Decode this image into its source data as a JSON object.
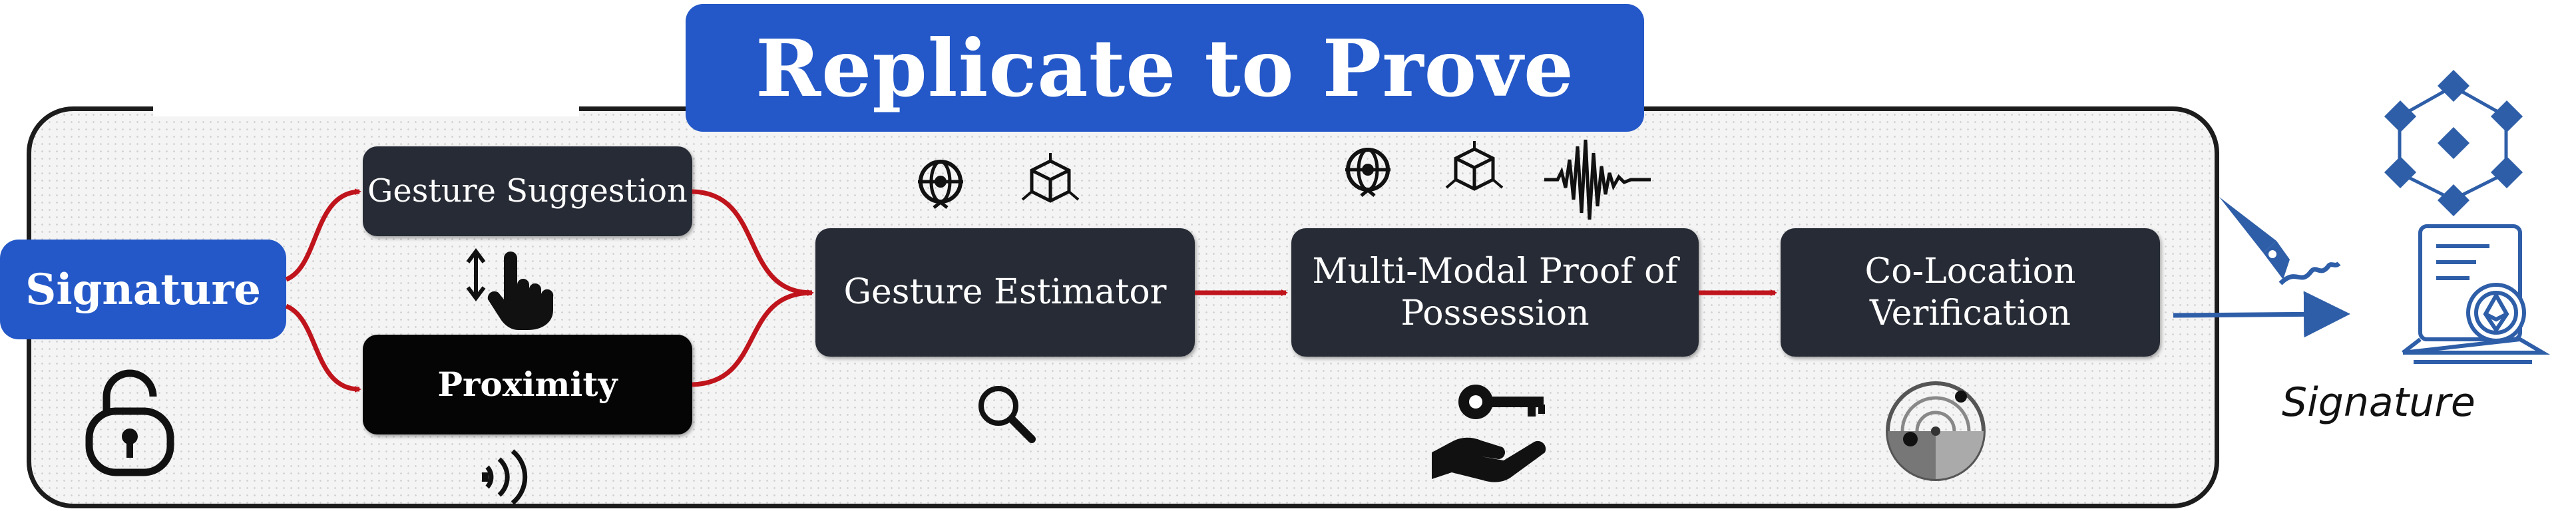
{
  "title": "Replicate to Prove",
  "input": {
    "label": "Signature"
  },
  "branches": {
    "top": "Gesture Suggestion",
    "bottom": "Proximity"
  },
  "stages": [
    {
      "label": "Gesture Estimator"
    },
    {
      "label": "Multi-Modal Proof of Possession"
    },
    {
      "label": "Co-Location Verification"
    }
  ],
  "output": {
    "label": "Signature"
  },
  "colors": {
    "accent_blue": "#2458c8",
    "arrow_red": "#c0141c",
    "box_dark": "#262b35",
    "output_blue": "#2e5ea8"
  },
  "icons": [
    "lock-icon",
    "swipe-gesture-icon",
    "nfc-icon",
    "motion-tracking-icon",
    "3d-cube-icon",
    "magnifier-icon",
    "key-on-hand-icon",
    "signal-waveform-icon",
    "radar-icon",
    "pen-signing-icon",
    "blockchain-network-icon",
    "smart-contract-icon"
  ]
}
